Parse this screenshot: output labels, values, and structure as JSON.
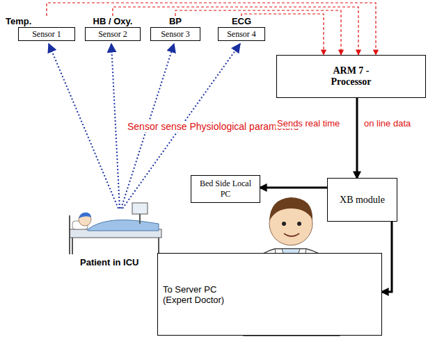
{
  "diagram": {
    "nodes": [
      {
        "text": [
          "Temp.",
          "Sensor 1"
        ]
      },
      {
        "text": [
          "HB / Oxy.",
          "Sensor 2"
        ]
      },
      {
        "text": [
          "BP",
          "Sensor 3"
        ]
      },
      {
        "text": [
          "ECG",
          "Sensor 4"
        ]
      },
      {
        "text": [
          "ARM 7 - Processor"
        ]
      },
      {
        "text": [
          "XB module"
        ]
      },
      {
        "text": [
          "Bed Side Local PC"
        ]
      },
      {
        "text": [
          "To Server PC (Expert Doctor)"
        ]
      }
    ],
    "edges": [
      {
        "from": 0,
        "to": 4,
        "arrow": "to"
      },
      {
        "from": 1,
        "to": 4,
        "arrow": "to"
      },
      {
        "from": 2,
        "to": 4,
        "arrow": "to"
      },
      {
        "from": 3,
        "to": 4,
        "arrow": "to"
      },
      {
        "from": 4,
        "to": 5,
        "arrow": "to"
      },
      {
        "from": 5,
        "to": 6,
        "arrow": "to"
      },
      {
        "from": 5,
        "to": 7,
        "arrow": "to"
      }
    ],
    "labels": [
      "Sensor sense Physiological parameters",
      "Sends real time",
      "on line data",
      "Patient in ICU"
    ]
  }
}
